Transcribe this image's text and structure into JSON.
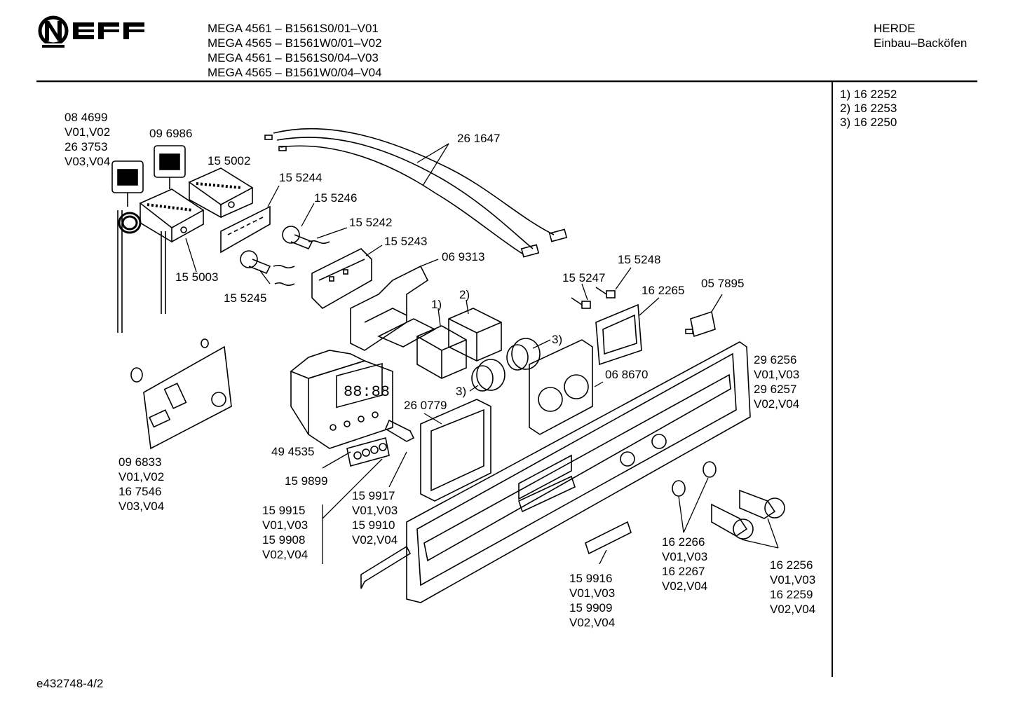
{
  "brand": "NEFF",
  "header": {
    "models": [
      "MEGA 4561 – B1561S0/01–V01",
      "MEGA 4565 – B1561W0/01–V02",
      "MEGA 4561 – B1561S0/04–V03",
      "MEGA 4565 – B1561W0/04–V04"
    ],
    "category": "HERDE",
    "subcategory": "Einbau–Backöfen"
  },
  "notes": [
    "1)  16 2252",
    "2)  16 2253",
    "3)  16 2250"
  ],
  "footer": "e432748-4/2",
  "parts": [
    {
      "lines": [
        "08 4699",
        "V01,V02",
        "26 3753",
        "V03,V04"
      ]
    },
    {
      "lines": [
        "09 6986"
      ]
    },
    {
      "lines": [
        "15 5002"
      ]
    },
    {
      "lines": [
        "15 5244"
      ]
    },
    {
      "lines": [
        "15 5246"
      ]
    },
    {
      "lines": [
        "26 1647"
      ]
    },
    {
      "lines": [
        "15 5242"
      ]
    },
    {
      "lines": [
        "15 5243"
      ]
    },
    {
      "lines": [
        "06 9313"
      ]
    },
    {
      "lines": [
        "15 5003"
      ]
    },
    {
      "lines": [
        "15 5245"
      ]
    },
    {
      "lines": [
        "1)"
      ]
    },
    {
      "lines": [
        "2)"
      ]
    },
    {
      "lines": [
        "3)"
      ]
    },
    {
      "lines": [
        "3)"
      ]
    },
    {
      "lines": [
        "15 5248"
      ]
    },
    {
      "lines": [
        "15 5247"
      ]
    },
    {
      "lines": [
        "16 2265"
      ]
    },
    {
      "lines": [
        "05 7895"
      ]
    },
    {
      "lines": [
        "06 8670"
      ]
    },
    {
      "lines": [
        "29 6256",
        "V01,V03",
        "29 6257",
        "V02,V04"
      ]
    },
    {
      "lines": [
        "09 6833",
        "V01,V02",
        "16 7546",
        "V03,V04"
      ]
    },
    {
      "lines": [
        "49 4535"
      ]
    },
    {
      "lines": [
        "26 0779"
      ]
    },
    {
      "lines": [
        "15 9899"
      ]
    },
    {
      "lines": [
        "15 9917",
        "V01,V03",
        "15 9910",
        "V02,V04"
      ]
    },
    {
      "lines": [
        "15 9915",
        "V01,V03",
        "15 9908",
        "V02,V04"
      ]
    },
    {
      "lines": [
        "16 2266",
        "V01,V03",
        "16 2267",
        "V02,V04"
      ]
    },
    {
      "lines": [
        "16 2256",
        "V01,V03",
        "16 2259",
        "V02,V04"
      ]
    },
    {
      "lines": [
        "15 9916",
        "V01,V03",
        "15 9909",
        "V02,V04"
      ]
    }
  ]
}
